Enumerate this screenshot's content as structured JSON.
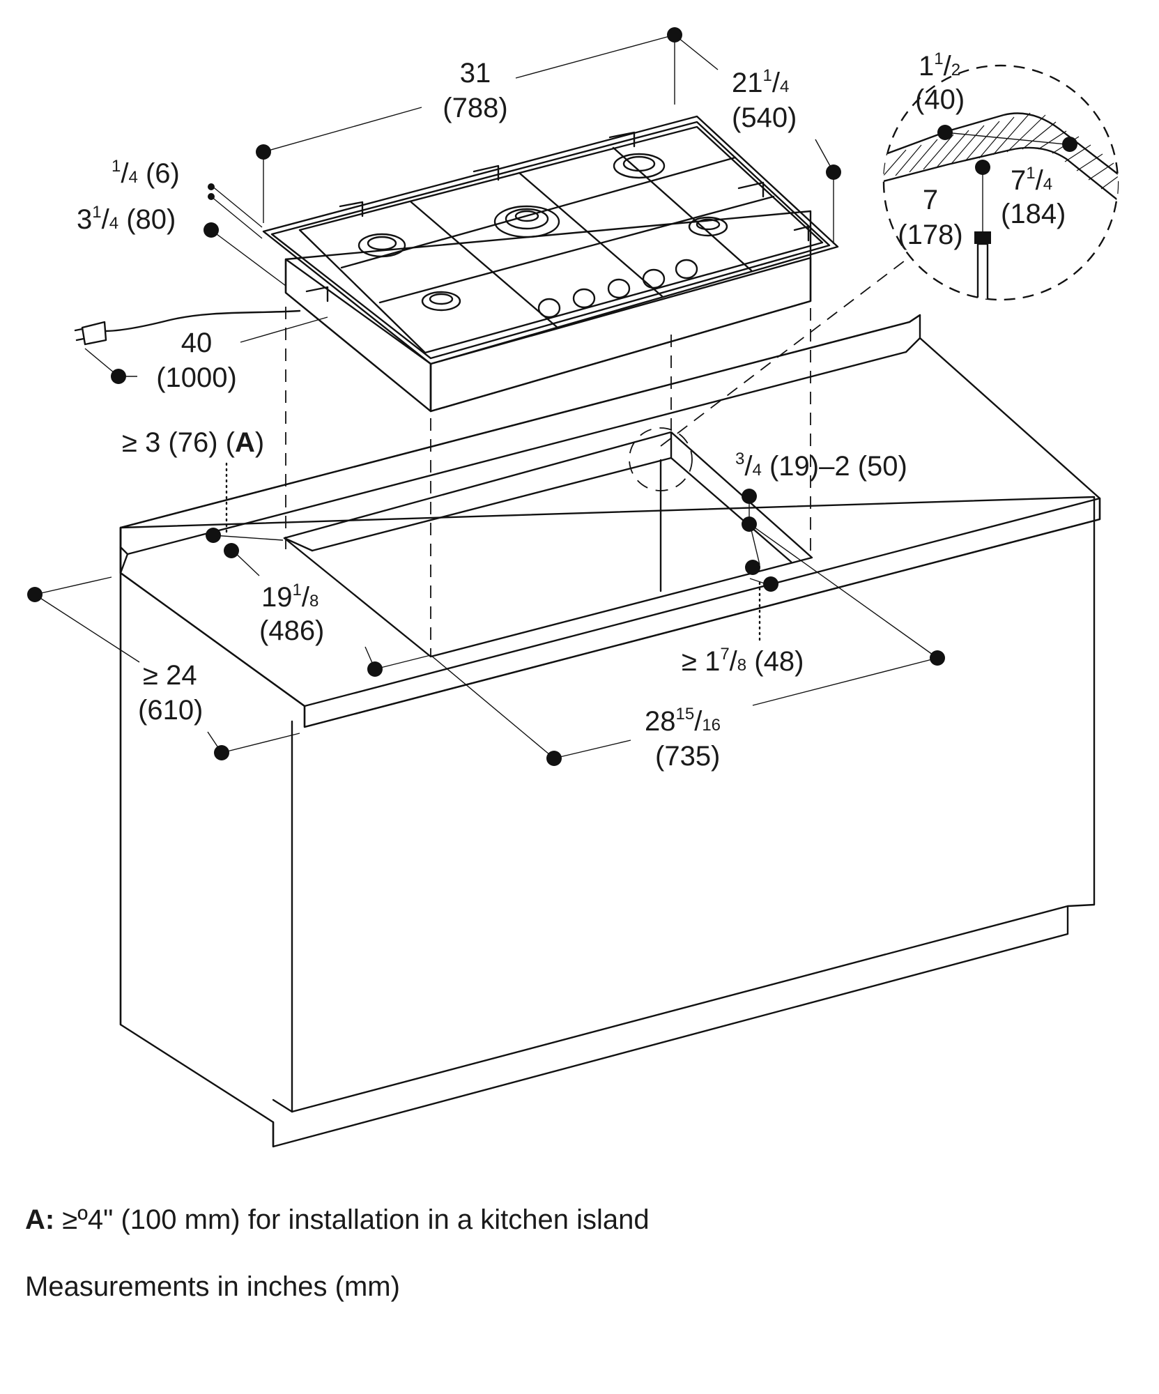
{
  "dimensions": {
    "width_31": [
      "31",
      "(788)"
    ],
    "depth_21_1_4": [
      "21",
      "1",
      "4",
      "(540)"
    ],
    "depth_detail_1_1_2": [
      "1",
      "1",
      "2",
      "(40)"
    ],
    "detail_7_1_4": [
      "7",
      "1",
      "4",
      "(184)"
    ],
    "detail_7": [
      "7",
      "(178)"
    ],
    "gap_1_4": [
      "1",
      "4",
      "(6)"
    ],
    "height_3_1_4": [
      "3",
      "1",
      "4",
      "(80)"
    ],
    "cord_40": [
      "40",
      "(1000)"
    ],
    "clearance_3": [
      "≥ 3 (76) (",
      "A",
      ")"
    ],
    "countertop_3_4_2": [
      "3",
      "4",
      "(19)–2 (50)"
    ],
    "cutout_19_1_8": [
      "19",
      "1",
      "8",
      "(486)"
    ],
    "back_24": [
      "≥ 24",
      "(610)"
    ],
    "front_1_7_8": [
      "≥ 1",
      "7",
      "8",
      "(48)"
    ],
    "cutout_28_15_16": [
      "28",
      "15",
      "16",
      "(735)"
    ]
  },
  "notes": {
    "note_a_key": "A:",
    "note_a_text": " ≥º4\" (100 mm) for installation in a kitchen island",
    "measurements": "Measurements in inches (mm)"
  }
}
